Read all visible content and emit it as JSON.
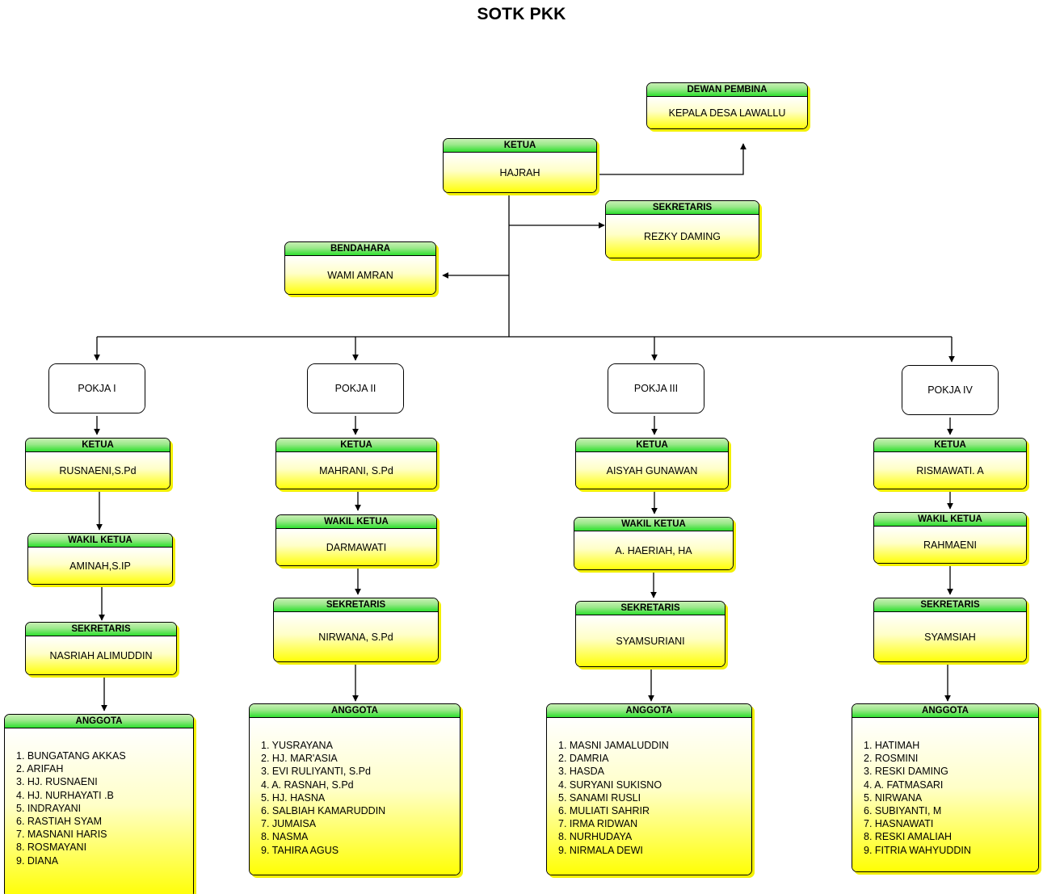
{
  "title": "SOTK PKK",
  "top": {
    "dewan_pembina": {
      "role": "DEWAN PEMBINA",
      "name": "KEPALA DESA LAWALLU"
    },
    "ketua": {
      "role": "KETUA",
      "name": "HAJRAH"
    },
    "sekretaris": {
      "role": "SEKRETARIS",
      "name": "REZKY DAMING"
    },
    "bendahara": {
      "role": "BENDAHARA",
      "name": "WAMI AMRAN"
    }
  },
  "pokja": [
    {
      "label": "POKJA I",
      "ketua": {
        "role": "KETUA",
        "name": "RUSNAENI,S.Pd"
      },
      "wakil": {
        "role": "WAKIL KETUA",
        "name": "AMINAH,S.IP"
      },
      "sekretaris": {
        "role": "SEKRETARIS",
        "name": "NASRIAH ALIMUDDIN"
      },
      "anggota": {
        "role": "ANGGOTA",
        "members": [
          "1. BUNGATANG AKKAS",
          "2. ARIFAH",
          "3. HJ. RUSNAENI",
          "4. HJ. NURHAYATI .B",
          "5. INDRAYANI",
          "6. RASTIAH SYAM",
          "7. MASNANI HARIS",
          "8. ROSMAYANI",
          "9. DIANA"
        ]
      }
    },
    {
      "label": "POKJA II",
      "ketua": {
        "role": "KETUA",
        "name": "MAHRANI, S.Pd"
      },
      "wakil": {
        "role": "WAKIL KETUA",
        "name": "DARMAWATI"
      },
      "sekretaris": {
        "role": "SEKRETARIS",
        "name": "NIRWANA, S.Pd"
      },
      "anggota": {
        "role": "ANGGOTA",
        "members": [
          "1. YUSRAYANA",
          "2. HJ. MAR'ASIA",
          "3. EVI RULIYANTI, S.Pd",
          "4. A. RASNAH, S.Pd",
          "5. HJ. HASNA",
          "6. SALBIAH KAMARUDDIN",
          "7. JUMAISA",
          "8. NASMA",
          "9. TAHIRA AGUS"
        ]
      }
    },
    {
      "label": "POKJA III",
      "ketua": {
        "role": "KETUA",
        "name": "AISYAH GUNAWAN"
      },
      "wakil": {
        "role": "WAKIL KETUA",
        "name": "A. HAERIAH, HA"
      },
      "sekretaris": {
        "role": "SEKRETARIS",
        "name": "SYAMSURIANI"
      },
      "anggota": {
        "role": "ANGGOTA",
        "members": [
          "1. MASNI JAMALUDDIN",
          "2. DAMRIA",
          "3. HASDA",
          "4. SURYANI SUKISNO",
          "5. SANAMI RUSLI",
          "6. MULIATI SAHRIR",
          "7. IRMA RIDWAN",
          "8. NURHUDAYA",
          "9. NIRMALA DEWI"
        ]
      }
    },
    {
      "label": "POKJA IV",
      "ketua": {
        "role": "KETUA",
        "name": "RISMAWATI. A"
      },
      "wakil": {
        "role": "WAKIL KETUA",
        "name": "RAHMAENI"
      },
      "sekretaris": {
        "role": "SEKRETARIS",
        "name": "SYAMSIAH"
      },
      "anggota": {
        "role": "ANGGOTA",
        "members": [
          "1. HATIMAH",
          "2. ROSMINI",
          "3. RESKI DAMING",
          "4. A. FATMASARI",
          "5. NIRWANA",
          "6. SUBIYANTI, M",
          "7. HASNAWATI",
          "8. RESKI AMALIAH",
          "9. FITRIA WAHYUDDIN"
        ]
      }
    }
  ],
  "colors": {
    "header_green": "#2ee02e",
    "body_yellow": "#ffff00",
    "shadow_yellow": "#f2f000",
    "line": "#000000",
    "text": "#000000"
  }
}
